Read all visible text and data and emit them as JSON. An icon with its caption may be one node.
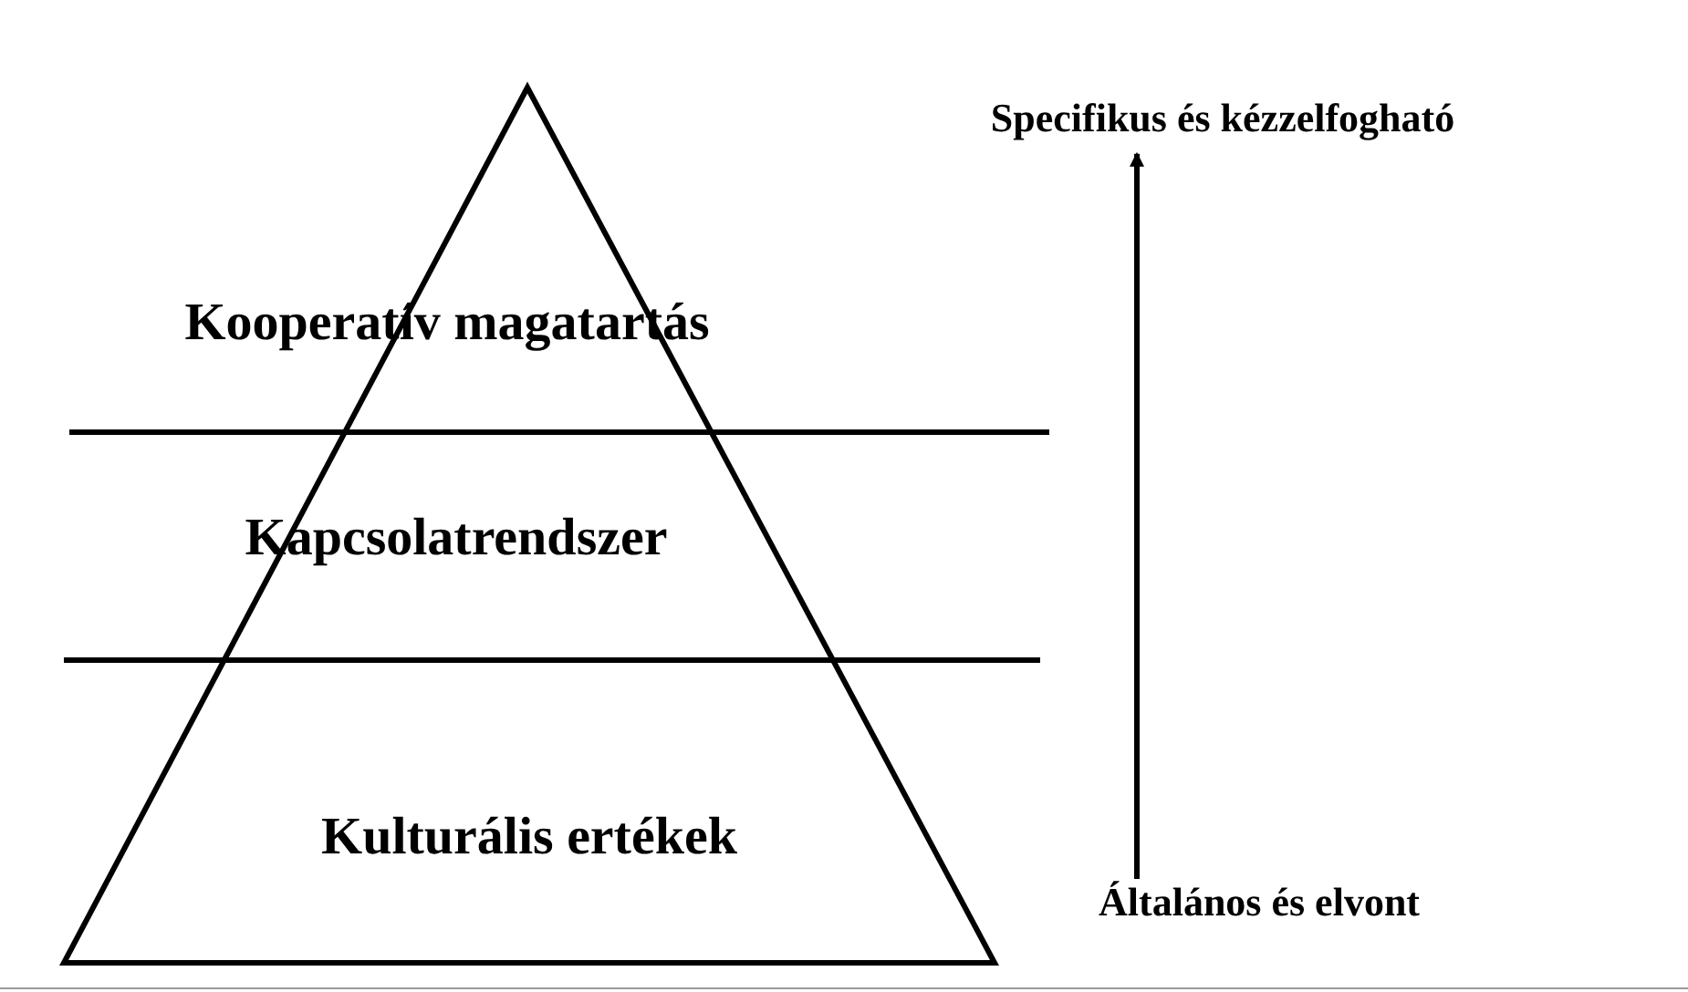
{
  "diagram": {
    "nodes": [
      {
        "text": [
          "Kooperatív magatartás"
        ]
      },
      {
        "text": [
          "Kapcsolatrendszer"
        ]
      },
      {
        "text": [
          "Kulturális ertékek"
        ]
      },
      {
        "text": [
          "Specifikus és kézzelfogható"
        ]
      },
      {
        "text": [
          "Általános és elvont"
        ]
      }
    ],
    "edges": [
      {
        "from": 4,
        "to": 3,
        "arrow": "to"
      }
    ]
  }
}
